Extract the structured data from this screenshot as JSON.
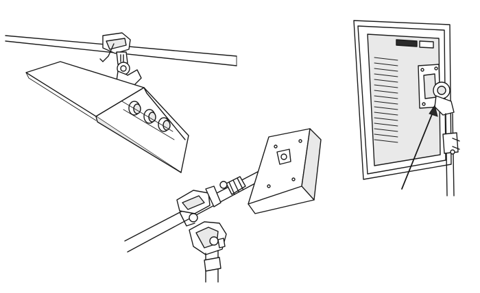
{
  "figure": {
    "panels": [
      {
        "id": "rail-mounted-softbox",
        "icon": "clamp-softbox-illustration"
      },
      {
        "id": "boom-arm-light-panel",
        "icon": "boom-light-illustration"
      },
      {
        "id": "monitor-on-stand",
        "icon": "monitor-stand-illustration"
      }
    ],
    "colors": {
      "line": "#1a1a1a",
      "background": "#ffffff",
      "shade": "#e9e9e9"
    }
  }
}
